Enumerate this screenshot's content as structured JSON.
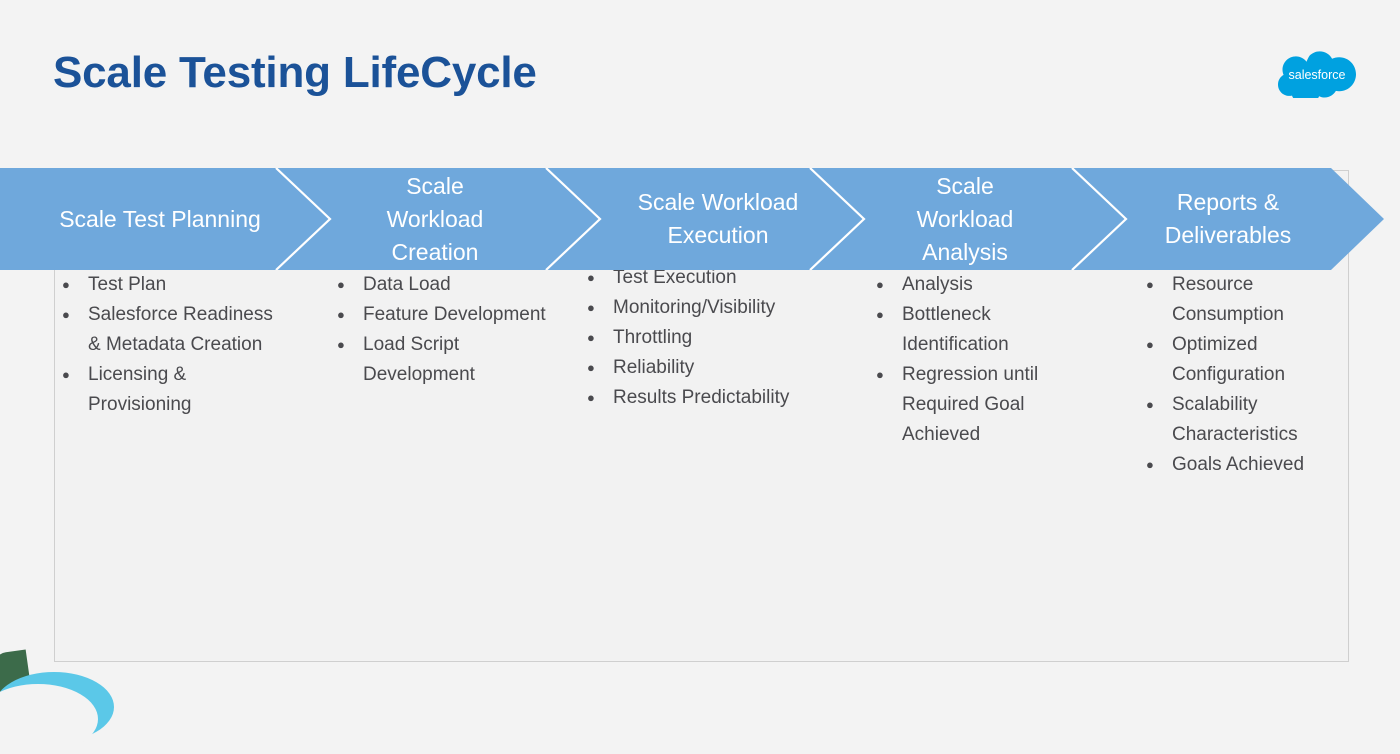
{
  "page": {
    "title": "Scale Testing LifeCycle",
    "background_color": "#F3F3F3",
    "title_color": "#1B5298",
    "chevron_color": "#6FA8DC",
    "text_color": "#4A4A4E",
    "logo_color": "#00A1E0",
    "panel_border_color": "#CFCFCF"
  },
  "logo": {
    "name": "salesforce-logo",
    "wordmark": "salesforce"
  },
  "process": {
    "stages": [
      {
        "label": "Scale Test Planning"
      },
      {
        "label": "Scale\nWorkload\nCreation",
        "line1": "Scale",
        "line2": "Workload",
        "line3": "Creation"
      },
      {
        "label": "Scale Workload\nExecution",
        "line1": "Scale Workload",
        "line2": "Execution"
      },
      {
        "label": "Scale\nWorkload\nAnalysis",
        "line1": "Scale",
        "line2": "Workload",
        "line3": "Analysis"
      },
      {
        "label": "Reports &\nDeliverables",
        "line1": "Reports &",
        "line2": "Deliverables"
      }
    ]
  },
  "columns": [
    {
      "stage": "Scale Test Planning",
      "items": [
        "Test Plan",
        "Salesforce Readiness & Metadata Creation",
        "Licensing & Provisioning"
      ]
    },
    {
      "stage": "Scale Workload Creation",
      "items": [
        "Data Load",
        "Feature Development",
        "Load Script Development"
      ]
    },
    {
      "stage": "Scale Workload Execution",
      "items": [
        "Test Execution",
        "Monitoring/Visibility",
        "Throttling",
        "Reliability",
        "Results Predictability"
      ]
    },
    {
      "stage": "Scale Workload Analysis",
      "items": [
        "Analysis",
        "Bottleneck Identification",
        "Regression until Required Goal Achieved"
      ]
    },
    {
      "stage": "Reports & Deliverables",
      "items": [
        "Resource Consumption",
        "Optimized Configuration",
        "Scalability Characteristics",
        "Goals Achieved"
      ]
    }
  ],
  "bullet_glyph": "●"
}
